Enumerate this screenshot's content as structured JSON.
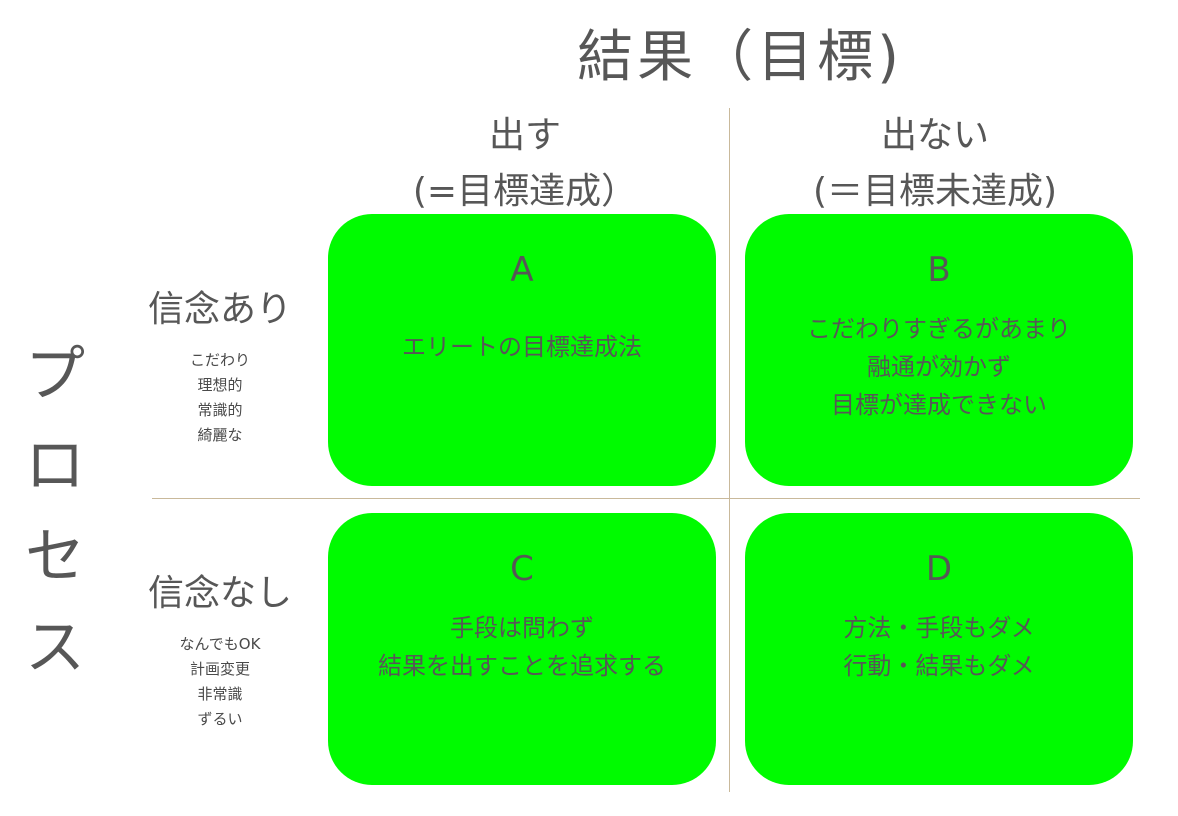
{
  "title": "結果（目標)",
  "columns": [
    {
      "line1": "出す",
      "line2": "(=目標達成）"
    },
    {
      "line1": "出ない",
      "line2": "(＝目標未達成)"
    }
  ],
  "side_title": [
    "プ",
    "ロ",
    "セ",
    "ス"
  ],
  "rows": [
    {
      "label": "信念あり",
      "notes": [
        "こだわり",
        "理想的",
        "常識的",
        "綺麗な"
      ]
    },
    {
      "label": "信念なし",
      "notes": [
        "なんでもOK",
        "計画変更",
        "非常識",
        "ずるい"
      ]
    }
  ],
  "cells": {
    "a": {
      "letter": "A",
      "lines": [
        "エリートの目標達成法"
      ]
    },
    "b": {
      "letter": "B",
      "lines": [
        "こだわりすぎるがあまり",
        "融通が効かず",
        "目標が達成できない"
      ]
    },
    "c": {
      "letter": "C",
      "lines": [
        "手段は問わず",
        "結果を出すことを追求する"
      ]
    },
    "d": {
      "letter": "D",
      "lines": [
        "方法・手段もダメ",
        "行動・結果もダメ"
      ]
    }
  },
  "colors": {
    "cell_fill": "#00fb00",
    "text": "#575757",
    "divider": "#c9b99b"
  }
}
